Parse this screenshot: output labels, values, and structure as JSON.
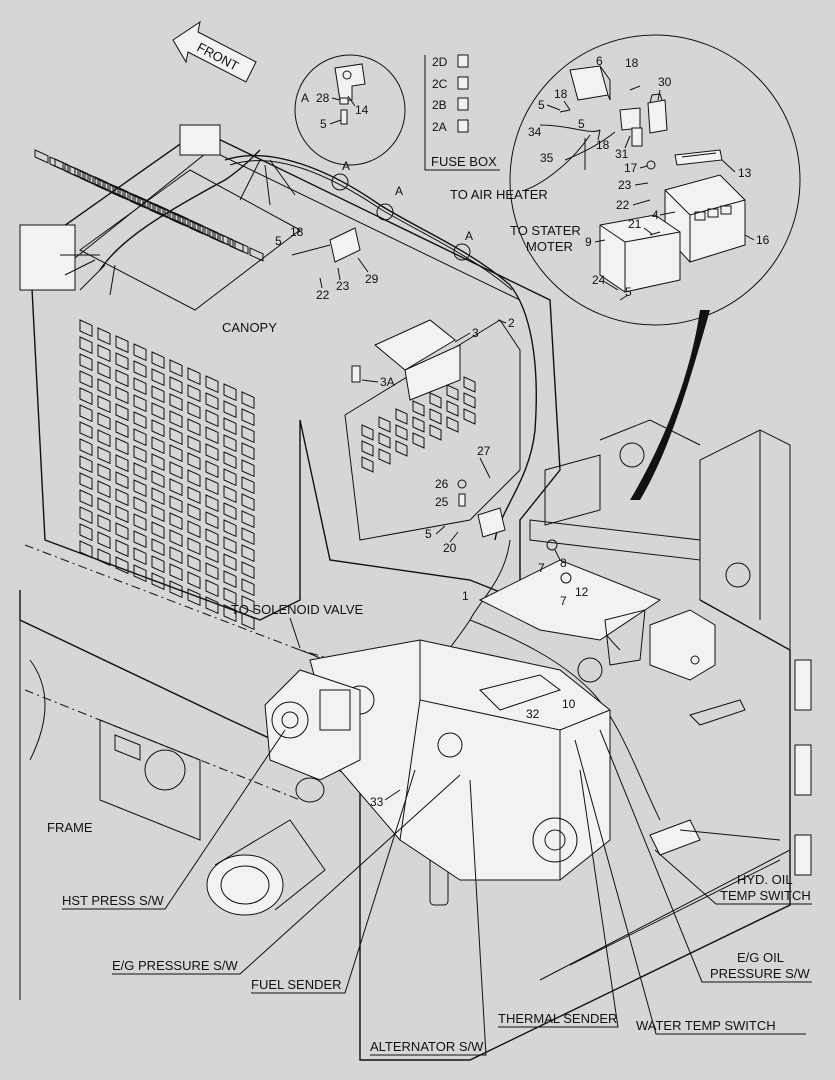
{
  "labels": {
    "front": "FRONT",
    "fuse_box": "FUSE BOX",
    "to_air_heater": "TO AIR HEATER",
    "to_stater_moter_1": "TO STATER",
    "to_stater_moter_2": "MOTER",
    "canopy": "CANOPY",
    "to_solenoid_valve": "TO SOLENOID VALVE",
    "frame": "FRAME",
    "hst_press_sw": "HST PRESS S/W",
    "eg_pressure_sw": "E/G PRESSURE S/W",
    "fuel_sender": "FUEL SENDER",
    "alternator_sw": "ALTERNATOR S/W",
    "thermal_sender": "THERMAL SENDER",
    "water_temp_switch": "WATER TEMP SWITCH",
    "eg_oil_pressure_sw_1": "E/G OIL",
    "eg_oil_pressure_sw_2": "PRESSURE S/W",
    "hyd_oil_temp_switch_1": "HYD. OIL",
    "hyd_oil_temp_switch_2": "TEMP SWITCH"
  },
  "fuses": [
    "2D",
    "2C",
    "2B",
    "2A"
  ],
  "detail_a": {
    "letter": "A",
    "parts": [
      "28",
      "14",
      "5"
    ]
  },
  "callouts": {
    "a1": "A",
    "a2": "A",
    "a3": "A",
    "p5a": "5",
    "p18a": "18",
    "p22a": "22",
    "p23a": "23",
    "p29": "29",
    "p3": "3",
    "p3a": "3A",
    "p2": "2",
    "p1": "1",
    "p27": "27",
    "p26": "26",
    "p25": "25",
    "p5b": "5",
    "p20": "20",
    "p8": "8",
    "p7a": "7",
    "p7b": "7",
    "p12": "12",
    "p32": "32",
    "p10": "10",
    "p33": "33",
    "c6": "6",
    "c18a": "18",
    "c30": "30",
    "c5a": "5",
    "c18b": "18",
    "c34": "34",
    "c5b": "5",
    "c18c": "18",
    "c31": "31",
    "c35": "35",
    "c13": "13",
    "c17": "17",
    "c23": "23",
    "c22": "22",
    "c4": "4",
    "c21": "21",
    "c16": "16",
    "c9": "9",
    "c24": "24",
    "c5c": "5"
  }
}
